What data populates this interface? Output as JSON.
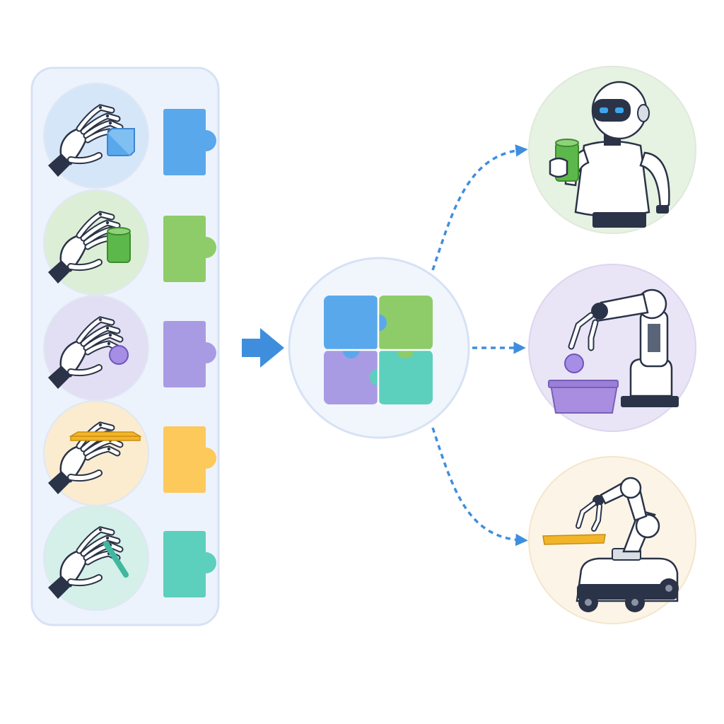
{
  "colors": {
    "panel_fill": "#edf3fc",
    "panel_stroke": "#d6e2f5",
    "arrow": "#3f8ede",
    "blue": "#5aa8ec",
    "green": "#8dcc69",
    "purple": "#a99be3",
    "yellow": "#fdc95a",
    "teal": "#5cd0bc",
    "robot_dark": "#2a3347",
    "robot_light": "#ffffff",
    "robot_shade": "#d8dde6",
    "eye": "#3da5f0"
  },
  "skills": [
    {
      "object": "cube",
      "object_color": "blue",
      "circle_fill": "#d6e6f9",
      "piece_color": "blue",
      "icons": [
        "robot-hand-icon",
        "cube-icon",
        "puzzle-piece-icon"
      ]
    },
    {
      "object": "cylinder",
      "object_color": "green",
      "circle_fill": "#dcefd6",
      "piece_color": "green",
      "icons": [
        "robot-hand-icon",
        "cylinder-icon",
        "puzzle-piece-icon"
      ]
    },
    {
      "object": "ball",
      "object_color": "purple",
      "circle_fill": "#e2def4",
      "piece_color": "purple",
      "icons": [
        "robot-hand-icon",
        "ball-icon",
        "puzzle-piece-icon"
      ]
    },
    {
      "object": "plate",
      "object_color": "yellow",
      "circle_fill": "#fbecd0",
      "piece_color": "yellow",
      "icons": [
        "robot-hand-icon",
        "plate-icon",
        "puzzle-piece-icon"
      ]
    },
    {
      "object": "stick",
      "object_color": "teal",
      "circle_fill": "#d5efe9",
      "piece_color": "teal",
      "icons": [
        "robot-hand-icon",
        "stick-icon",
        "puzzle-piece-icon"
      ]
    }
  ],
  "combined": {
    "pieces": [
      "blue",
      "green",
      "purple",
      "teal"
    ],
    "icon": "assembled-puzzle-icon",
    "circle_fill": "#f1f6fc"
  },
  "robots": [
    {
      "type": "humanoid",
      "icon": "humanoid-robot-icon",
      "circle_fill": "#e6f2e2",
      "held_object": "cylinder",
      "object_color": "green"
    },
    {
      "type": "arm",
      "icon": "robot-arm-icon",
      "circle_fill": "#e9e5f6",
      "held_object": "ball",
      "object_color": "purple"
    },
    {
      "type": "mobile-manipulator",
      "icon": "mobile-manipulator-icon",
      "circle_fill": "#fcf4e6",
      "held_object": "plate",
      "object_color": "yellow"
    }
  ]
}
